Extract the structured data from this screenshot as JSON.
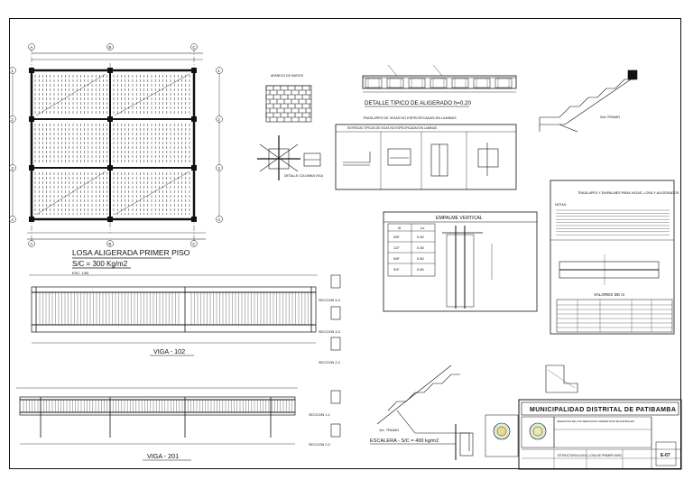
{
  "sheet": {
    "slab_title": "LOSA ALIGERADA PRIMER PISO",
    "slab_load": "S/C = 300 Kg/m2",
    "slab_scale": "ESC: 1/50",
    "beam1_title": "VIGA - 102",
    "beam2_title": "VIGA - 201",
    "stair_title": "ESCALERA - S/C = 400 kg/m2",
    "slab_detail_title": "DETALLE TIPICO DE ALIGERADO h=0.20",
    "lap_title": "TRASLAPES DE VIGAS NO ESPECIFICADAS EN LAMINAS",
    "lap_sub": "ENTREGAS TIPICAS DE VIGAS NO ESPECIFICADAS EN LAMINAS",
    "splice_title": "EMPALME VERTICAL",
    "splice_headers": [
      "Ø",
      "Le"
    ],
    "splice_rows": [
      [
        "3/8\"",
        "0.40"
      ],
      [
        "1/2\"",
        "0.45"
      ],
      [
        "5/8\"",
        "0.50"
      ],
      [
        "3/4\"",
        "0.60"
      ]
    ],
    "notes_title": "TRASLAPES Y EMPALMES PARA VIGAS, LOSA Y ALIGERADOS",
    "notes_label": "NOTAS:",
    "values_title": "VALORES DE m",
    "first_flight": "1er. TRAMO",
    "second_flight": "2do TRAMO",
    "section_labels": [
      "SECCION 1-1",
      "SECCION 2-2",
      "SECCION 3-3",
      "SECCION 4-4"
    ],
    "column_label": "DETALLE COLUMNA VIGA",
    "wall_label": "APAREJO DE MUROS"
  },
  "grid": {
    "letters": [
      "A",
      "B",
      "C",
      "D"
    ],
    "numbers": [
      "1",
      "2",
      "3",
      "4",
      "5"
    ]
  },
  "title_block": {
    "municipality": "MUNICIPALIDAD DISTRITAL DE PATIBAMBA",
    "project": "CREACION DE LOS SERVICIOS OPERATIVOS MUNICIPALES",
    "sheet_name": "ESTRUCTURA A VIGA, LOSA DE PRIMER NIVEL",
    "sheet_number": "E-07"
  }
}
